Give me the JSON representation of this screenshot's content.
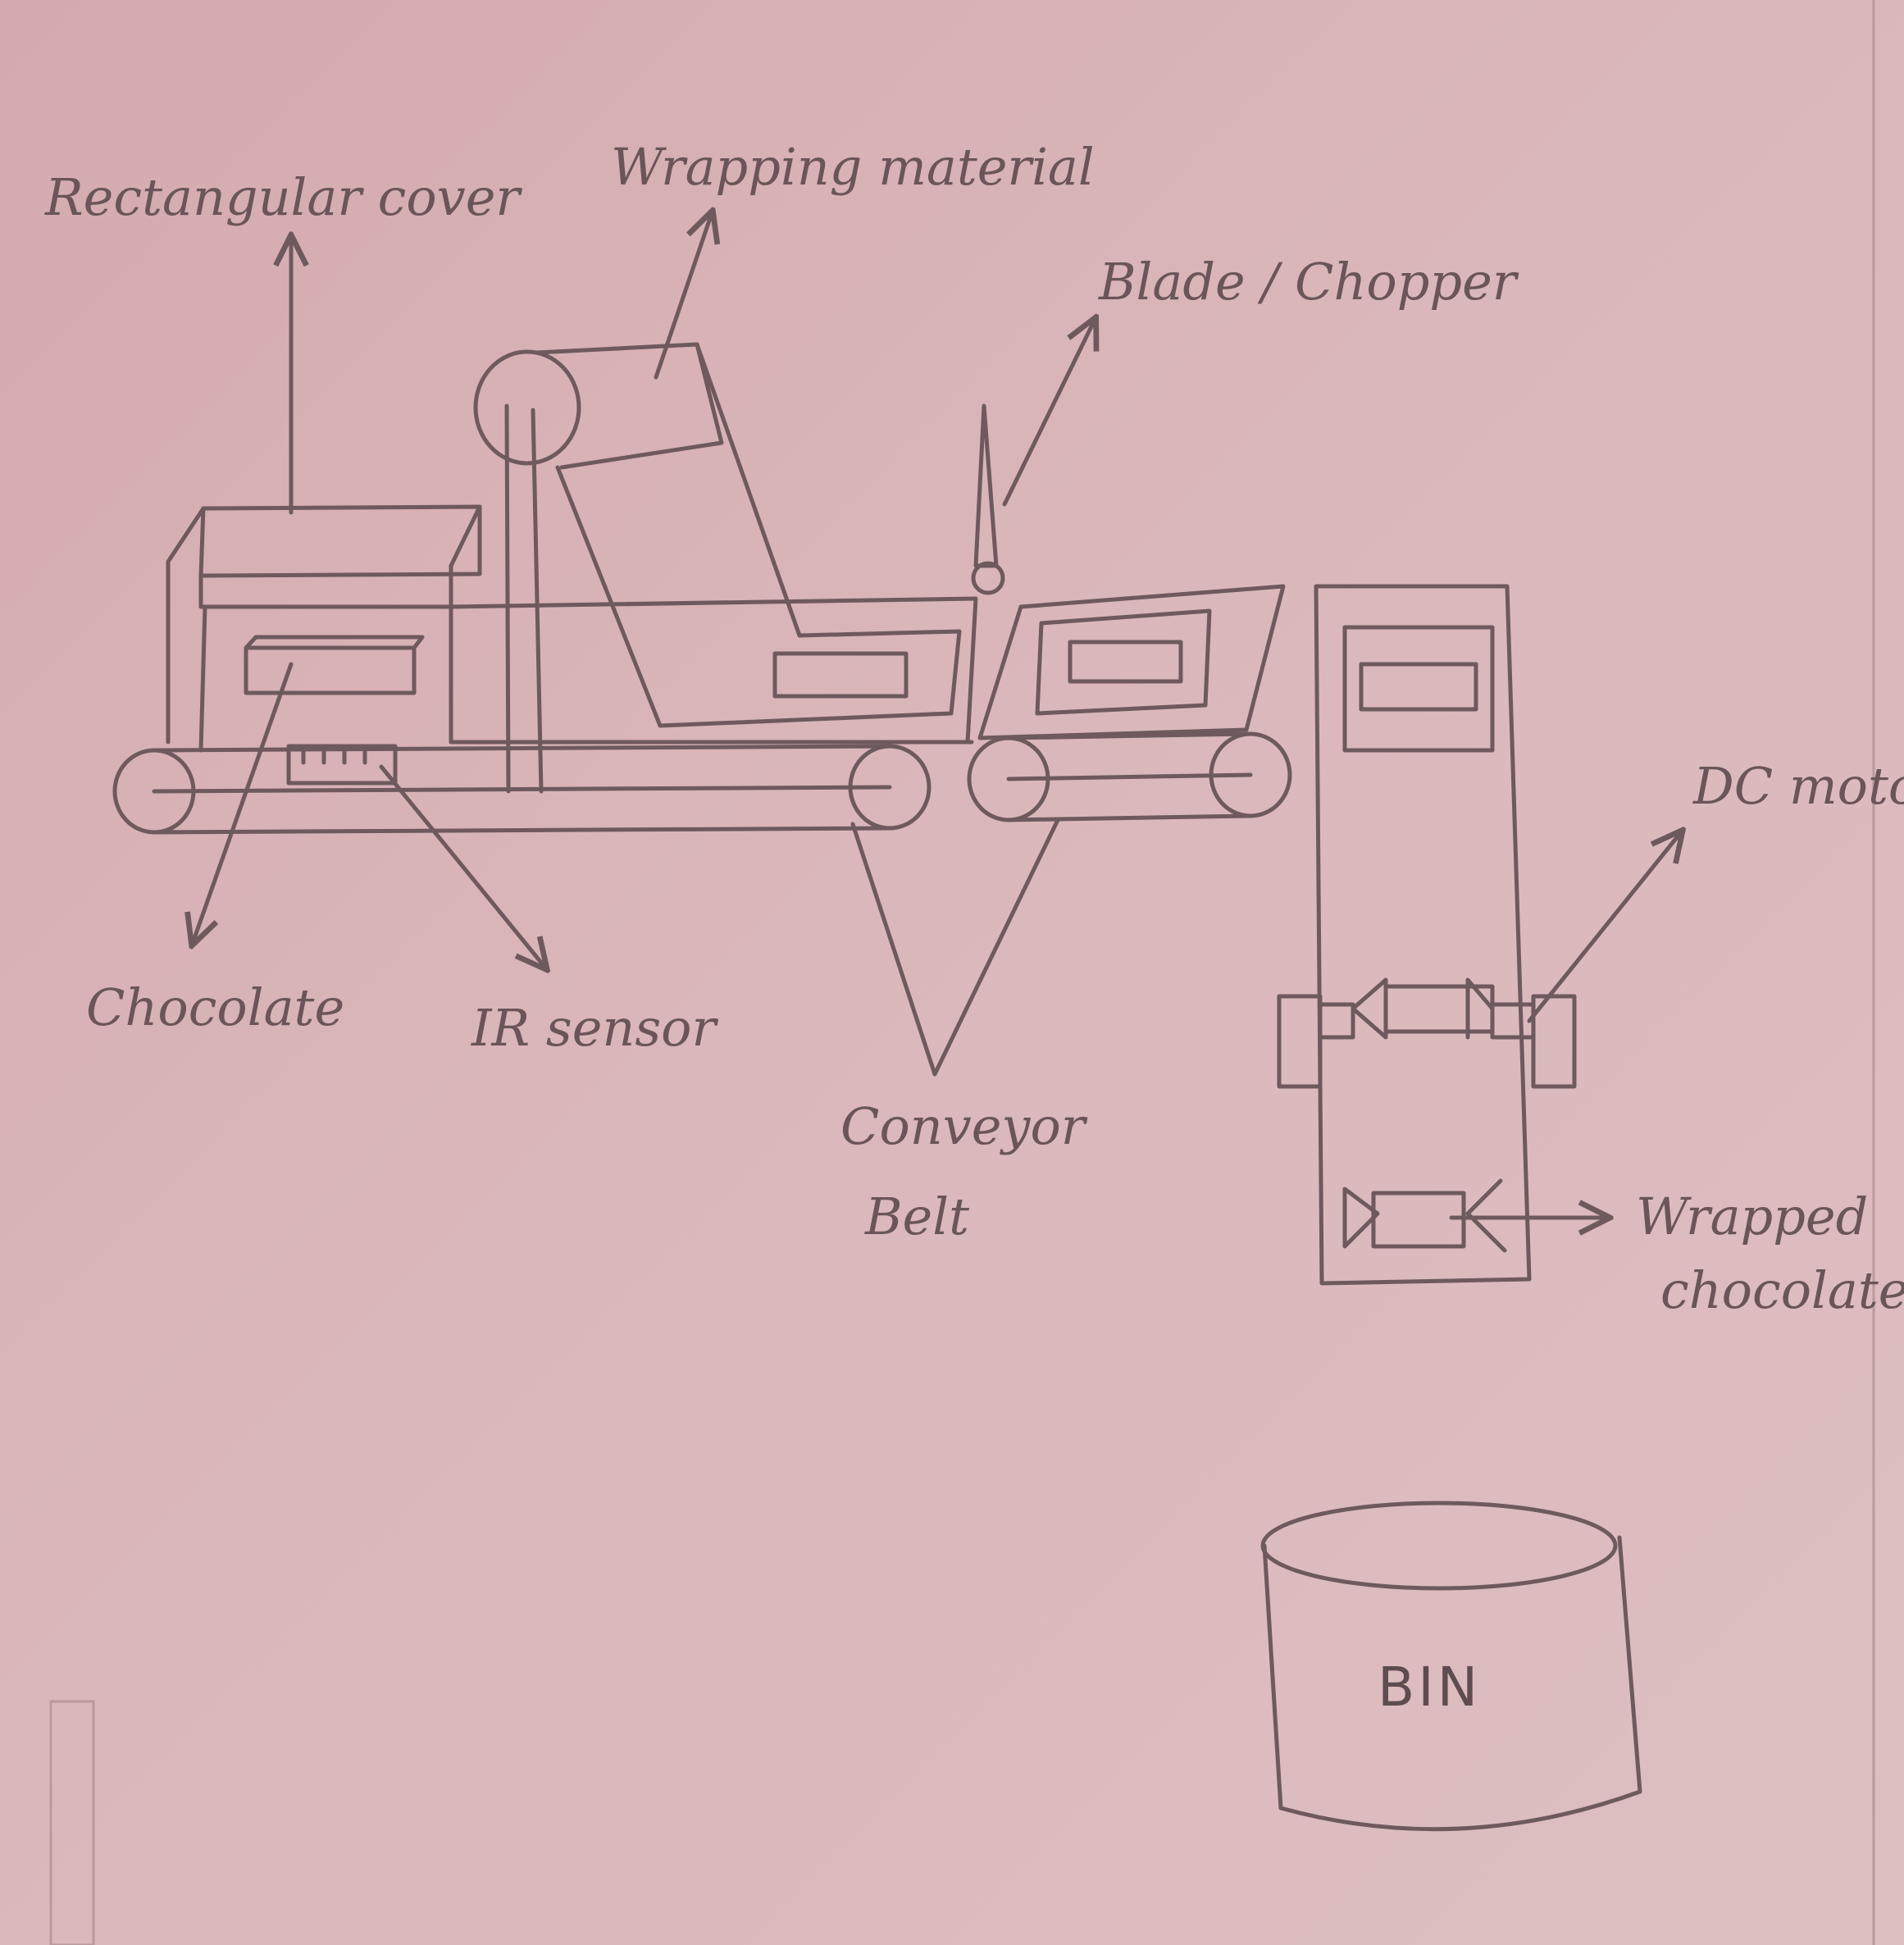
{
  "labels": {
    "rectangular_cover": "Rectangular cover",
    "wrapping_material": "Wrapping material",
    "blade_chopper": "Blade / Chopper",
    "chocolate": "Chocolate",
    "ir_sensor": "IR sensor",
    "conveyor_belt_line1": "Conveyor",
    "conveyor_belt_line2": "Belt",
    "dc_motor": "DC motor",
    "wrapped_chocolate_line1": "Wrapped",
    "wrapped_chocolate_line2": "chocolate",
    "bin": "BIN"
  },
  "colors": {
    "paper": "#d9b3b5",
    "ink": "#6e5a5d"
  }
}
